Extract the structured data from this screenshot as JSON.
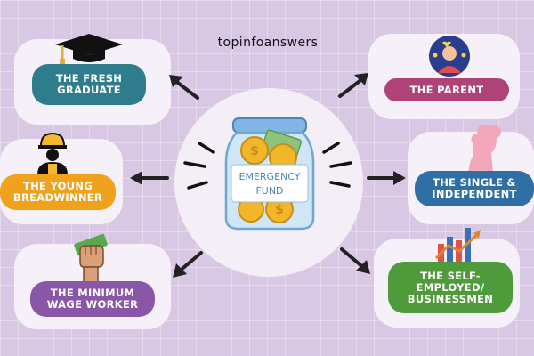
{
  "brand": "topinfoanswers",
  "center": {
    "label_line1": "EMERGENCY",
    "label_line2": "FUND"
  },
  "personas": [
    {
      "label": "THE FRESH GRADUATE",
      "color": "#2f7d8c",
      "icon": "graduation-cap-icon"
    },
    {
      "label": "THE PARENT",
      "color": "#b0427a",
      "icon": "parent-with-hearts-icon"
    },
    {
      "label": "THE YOUNG BREADWINNER",
      "color": "#f0a21c",
      "icon": "construction-worker-icon"
    },
    {
      "label": "THE SINGLE & INDEPENDENT",
      "color": "#2f6fa3",
      "icon": "woman-silhouette-icon"
    },
    {
      "label": "THE MINIMUM WAGE WORKER",
      "color": "#8a56a8",
      "icon": "fist-holding-money-icon"
    },
    {
      "label": "THE SELF-EMPLOYED/ BUSINESSMEN",
      "color": "#4f9a3a",
      "icon": "growth-bar-chart-icon"
    }
  ]
}
